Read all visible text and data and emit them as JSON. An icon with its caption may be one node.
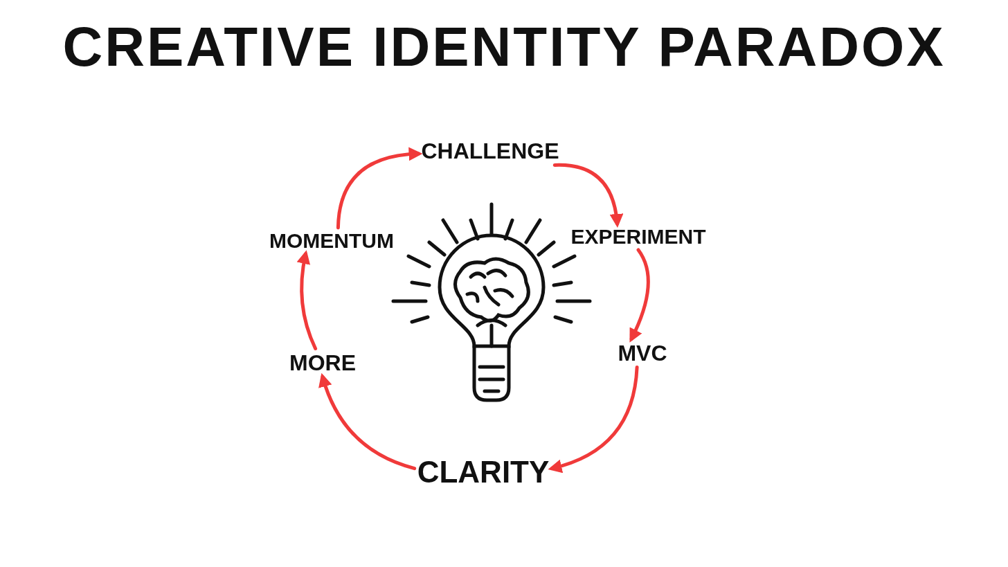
{
  "diagram": {
    "title": "CREATIVE IDENTITY PARADOX",
    "nodes": [
      {
        "text": [
          "CHALLENGE"
        ]
      },
      {
        "text": [
          "EXPERIMENT"
        ]
      },
      {
        "text": [
          "MVC"
        ]
      },
      {
        "text": [
          "CLARITY"
        ]
      },
      {
        "text": [
          "MORE"
        ]
      },
      {
        "text": [
          "MOMENTUM"
        ]
      }
    ],
    "edges": [
      {
        "from": 5,
        "to": 0,
        "arrow": "to"
      },
      {
        "from": 0,
        "to": 1,
        "arrow": "to"
      },
      {
        "from": 1,
        "to": 2,
        "arrow": "to"
      },
      {
        "from": 2,
        "to": 3,
        "arrow": "to"
      },
      {
        "from": 3,
        "to": 4,
        "arrow": "to"
      },
      {
        "from": 4,
        "to": 5,
        "arrow": "to"
      }
    ]
  }
}
